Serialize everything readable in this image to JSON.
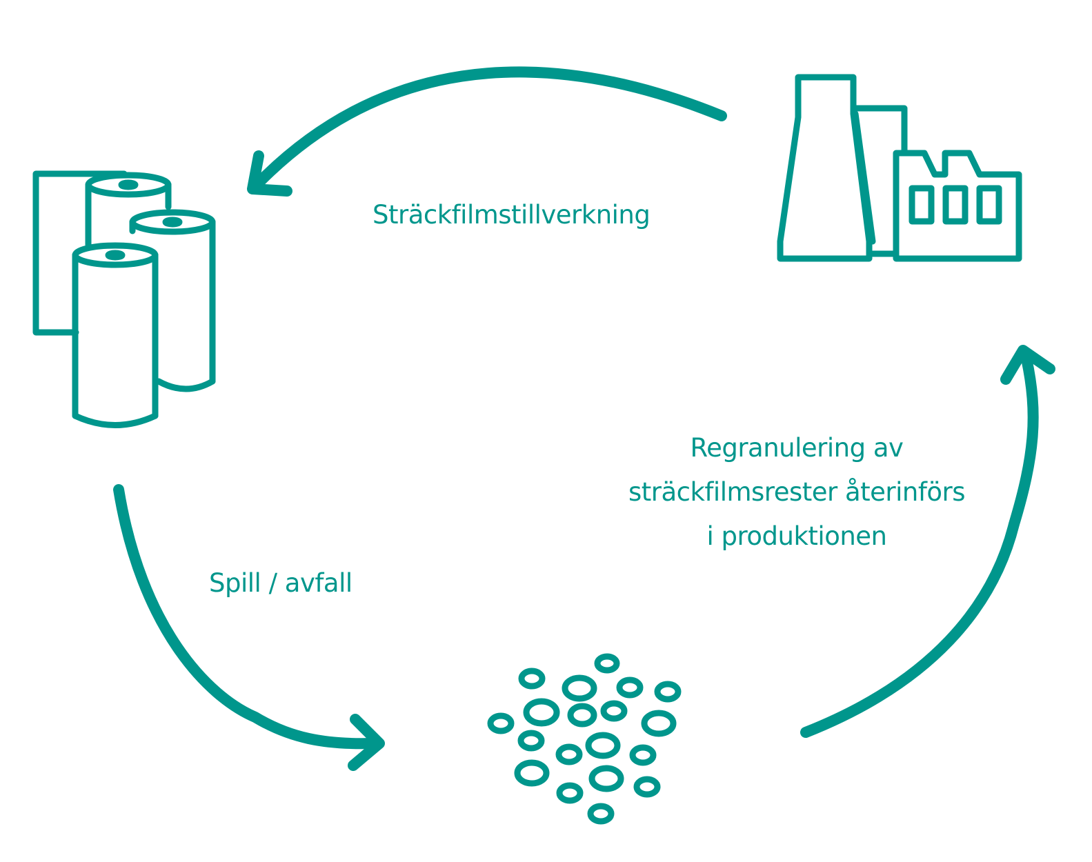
{
  "colors": {
    "accent": "#00968c",
    "background": "#ffffff"
  },
  "icons": {
    "film_rolls": "film-rolls-icon",
    "factory": "factory-icon",
    "granules": "granules-icon"
  },
  "labels": {
    "manufacturing": "Sträckfilmstillverkning",
    "waste": "Spill / avfall",
    "regranulation": {
      "line1": "Regranulering av",
      "line2": "sträckfilmsrester återinförs",
      "line3": "i produktionen"
    }
  }
}
